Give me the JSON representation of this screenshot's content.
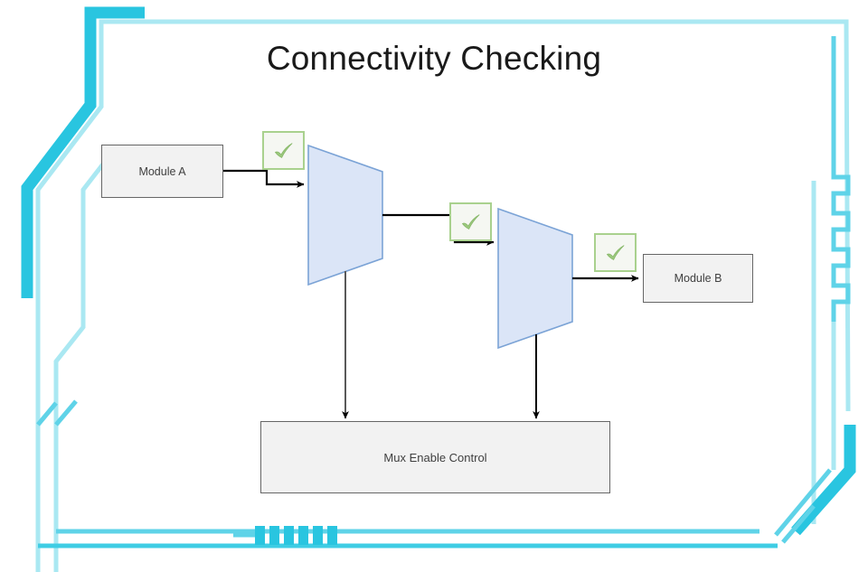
{
  "slide": {
    "title": "Connectivity Checking",
    "background_color": "#ffffff"
  },
  "theme": {
    "frame_accent_strong": "#29c5e0",
    "frame_accent_light": "#aae8f2",
    "box_fill": "#f2f2f2",
    "box_border": "#666666",
    "mux_fill": "#dbe5f7",
    "mux_border": "#7ba3d6",
    "check_border": "#a9d18e",
    "check_fill": "#f5f7f2",
    "check_glyph": "#8fbc6e",
    "connector": "#000000",
    "connector_gray": "#666666"
  },
  "diagram": {
    "nodes": [
      {
        "id": "module-a",
        "label": "Module A",
        "type": "box"
      },
      {
        "id": "mux-1",
        "label": "",
        "type": "mux"
      },
      {
        "id": "mux-2",
        "label": "",
        "type": "mux"
      },
      {
        "id": "module-b",
        "label": "Module B",
        "type": "box"
      },
      {
        "id": "mux-enable",
        "label": "Mux Enable Control",
        "type": "box"
      }
    ],
    "check_badges": [
      {
        "id": "check-1",
        "icon": "check-mark-icon",
        "glyph": "✓",
        "on_link": "module-a-to-mux-1"
      },
      {
        "id": "check-2",
        "icon": "check-mark-icon",
        "glyph": "✓",
        "on_link": "mux-1-to-mux-2"
      },
      {
        "id": "check-3",
        "icon": "check-mark-icon",
        "glyph": "✓",
        "on_link": "mux-2-to-module-b"
      }
    ],
    "links": [
      {
        "id": "module-a-to-mux-1",
        "from": "module-a",
        "to": "mux-1",
        "arrow": true
      },
      {
        "id": "mux-1-to-mux-2",
        "from": "mux-1",
        "to": "mux-2",
        "arrow": true
      },
      {
        "id": "mux-2-to-module-b",
        "from": "mux-2",
        "to": "module-b",
        "arrow": true
      },
      {
        "id": "mux-1-to-enable",
        "from": "mux-1",
        "to": "mux-enable",
        "arrow": true
      },
      {
        "id": "mux-2-to-enable",
        "from": "mux-2",
        "to": "mux-enable",
        "arrow": true
      }
    ]
  },
  "decor": {
    "tick_bars_count": 6,
    "frame_style": "tech-corner-bevel"
  }
}
